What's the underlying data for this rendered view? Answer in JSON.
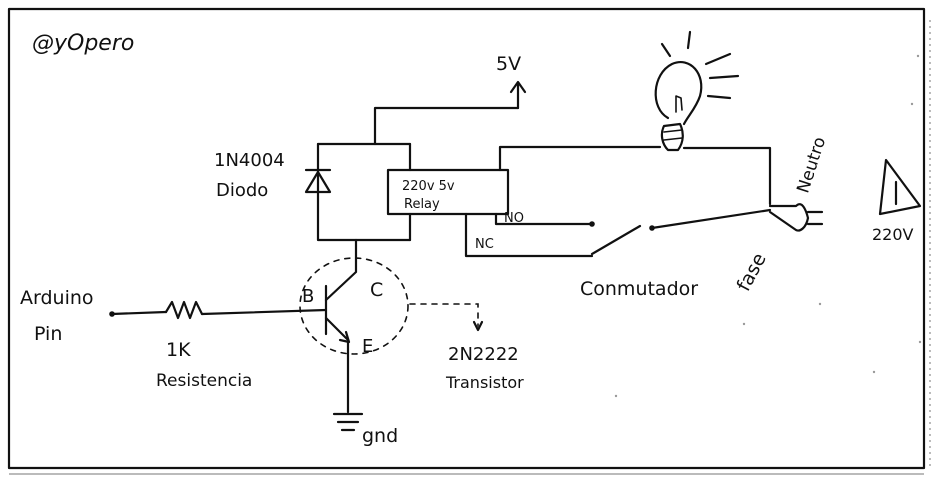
{
  "author": "@yOpero",
  "labels": {
    "vcc": "5V",
    "diode_part": "1N4004",
    "diode_name": "Diodo",
    "relay_line1": "220v 5v",
    "relay_line2": "Relay",
    "relay_no": "NO",
    "relay_nc": "NC",
    "neutral": "Neutro",
    "phase": "fase",
    "voltage": "220V",
    "switch": "Conmutador",
    "arduino_line1": "Arduino",
    "arduino_line2": "Pin",
    "resistor_value": "1K",
    "resistor_name": "Resistencia",
    "base": "B",
    "collector": "C",
    "emitter": "E",
    "transistor_part": "2N2222",
    "transistor_name": "Transistor",
    "ground": "gnd"
  },
  "colors": {
    "ink": "#111111",
    "paper": "#ffffff"
  },
  "icons": [
    "lightbulb-icon",
    "plug-icon",
    "warning-triangle-icon",
    "ground-icon",
    "diode-icon",
    "resistor-icon"
  ]
}
